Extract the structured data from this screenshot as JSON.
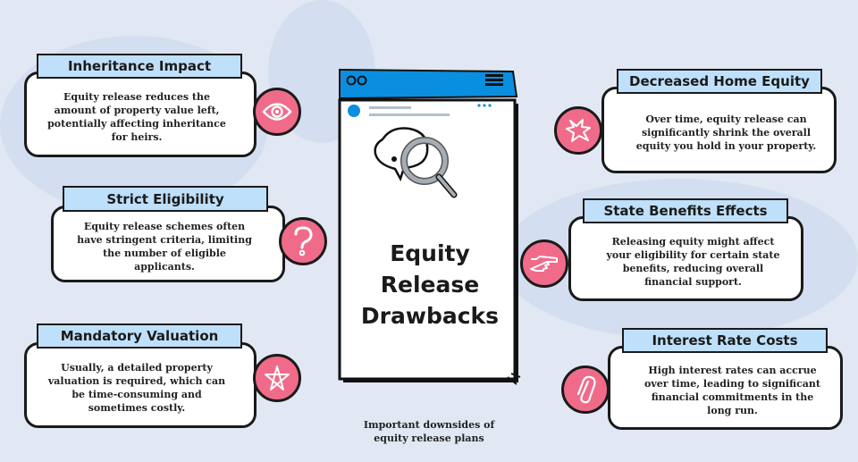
{
  "main": {
    "title_lines": [
      "Equity",
      "Release",
      "Drawbacks"
    ],
    "caption_lines": [
      "Important downsides of",
      "equity release plans"
    ]
  },
  "cards": [
    {
      "title": "Inheritance Impact",
      "text": "Equity release reduces the amount of property value left, potentially affecting inheritance for heirs.",
      "icon": "eye-icon"
    },
    {
      "title": "Strict Eligibility",
      "text": "Equity release schemes often have stringent criteria, limiting the number of eligible applicants.",
      "icon": "question-mark-icon"
    },
    {
      "title": "Mandatory Valuation",
      "text": "Usually, a detailed property valuation is required, which can be time-consuming and sometimes costly.",
      "icon": "star-icon"
    },
    {
      "title": "Decreased Home Equity",
      "text": "Over time, equity release can significantly shrink the overall equity you hold in your property.",
      "icon": "burst-icon"
    },
    {
      "title": "State Benefits Effects",
      "text": "Releasing equity might affect your eligibility for certain state benefits, reducing overall financial support.",
      "icon": "pointing-hand-icon"
    },
    {
      "title": "Interest Rate Costs",
      "text": "High interest rates can accrue over time, leading to significant financial commitments in the long run.",
      "icon": "paperclip-icon"
    }
  ],
  "colors": {
    "accent": "#f06b8a",
    "title_bg": "#bfe0fa",
    "phone_header": "#0a8fe0",
    "background": "#e1e8f3"
  }
}
